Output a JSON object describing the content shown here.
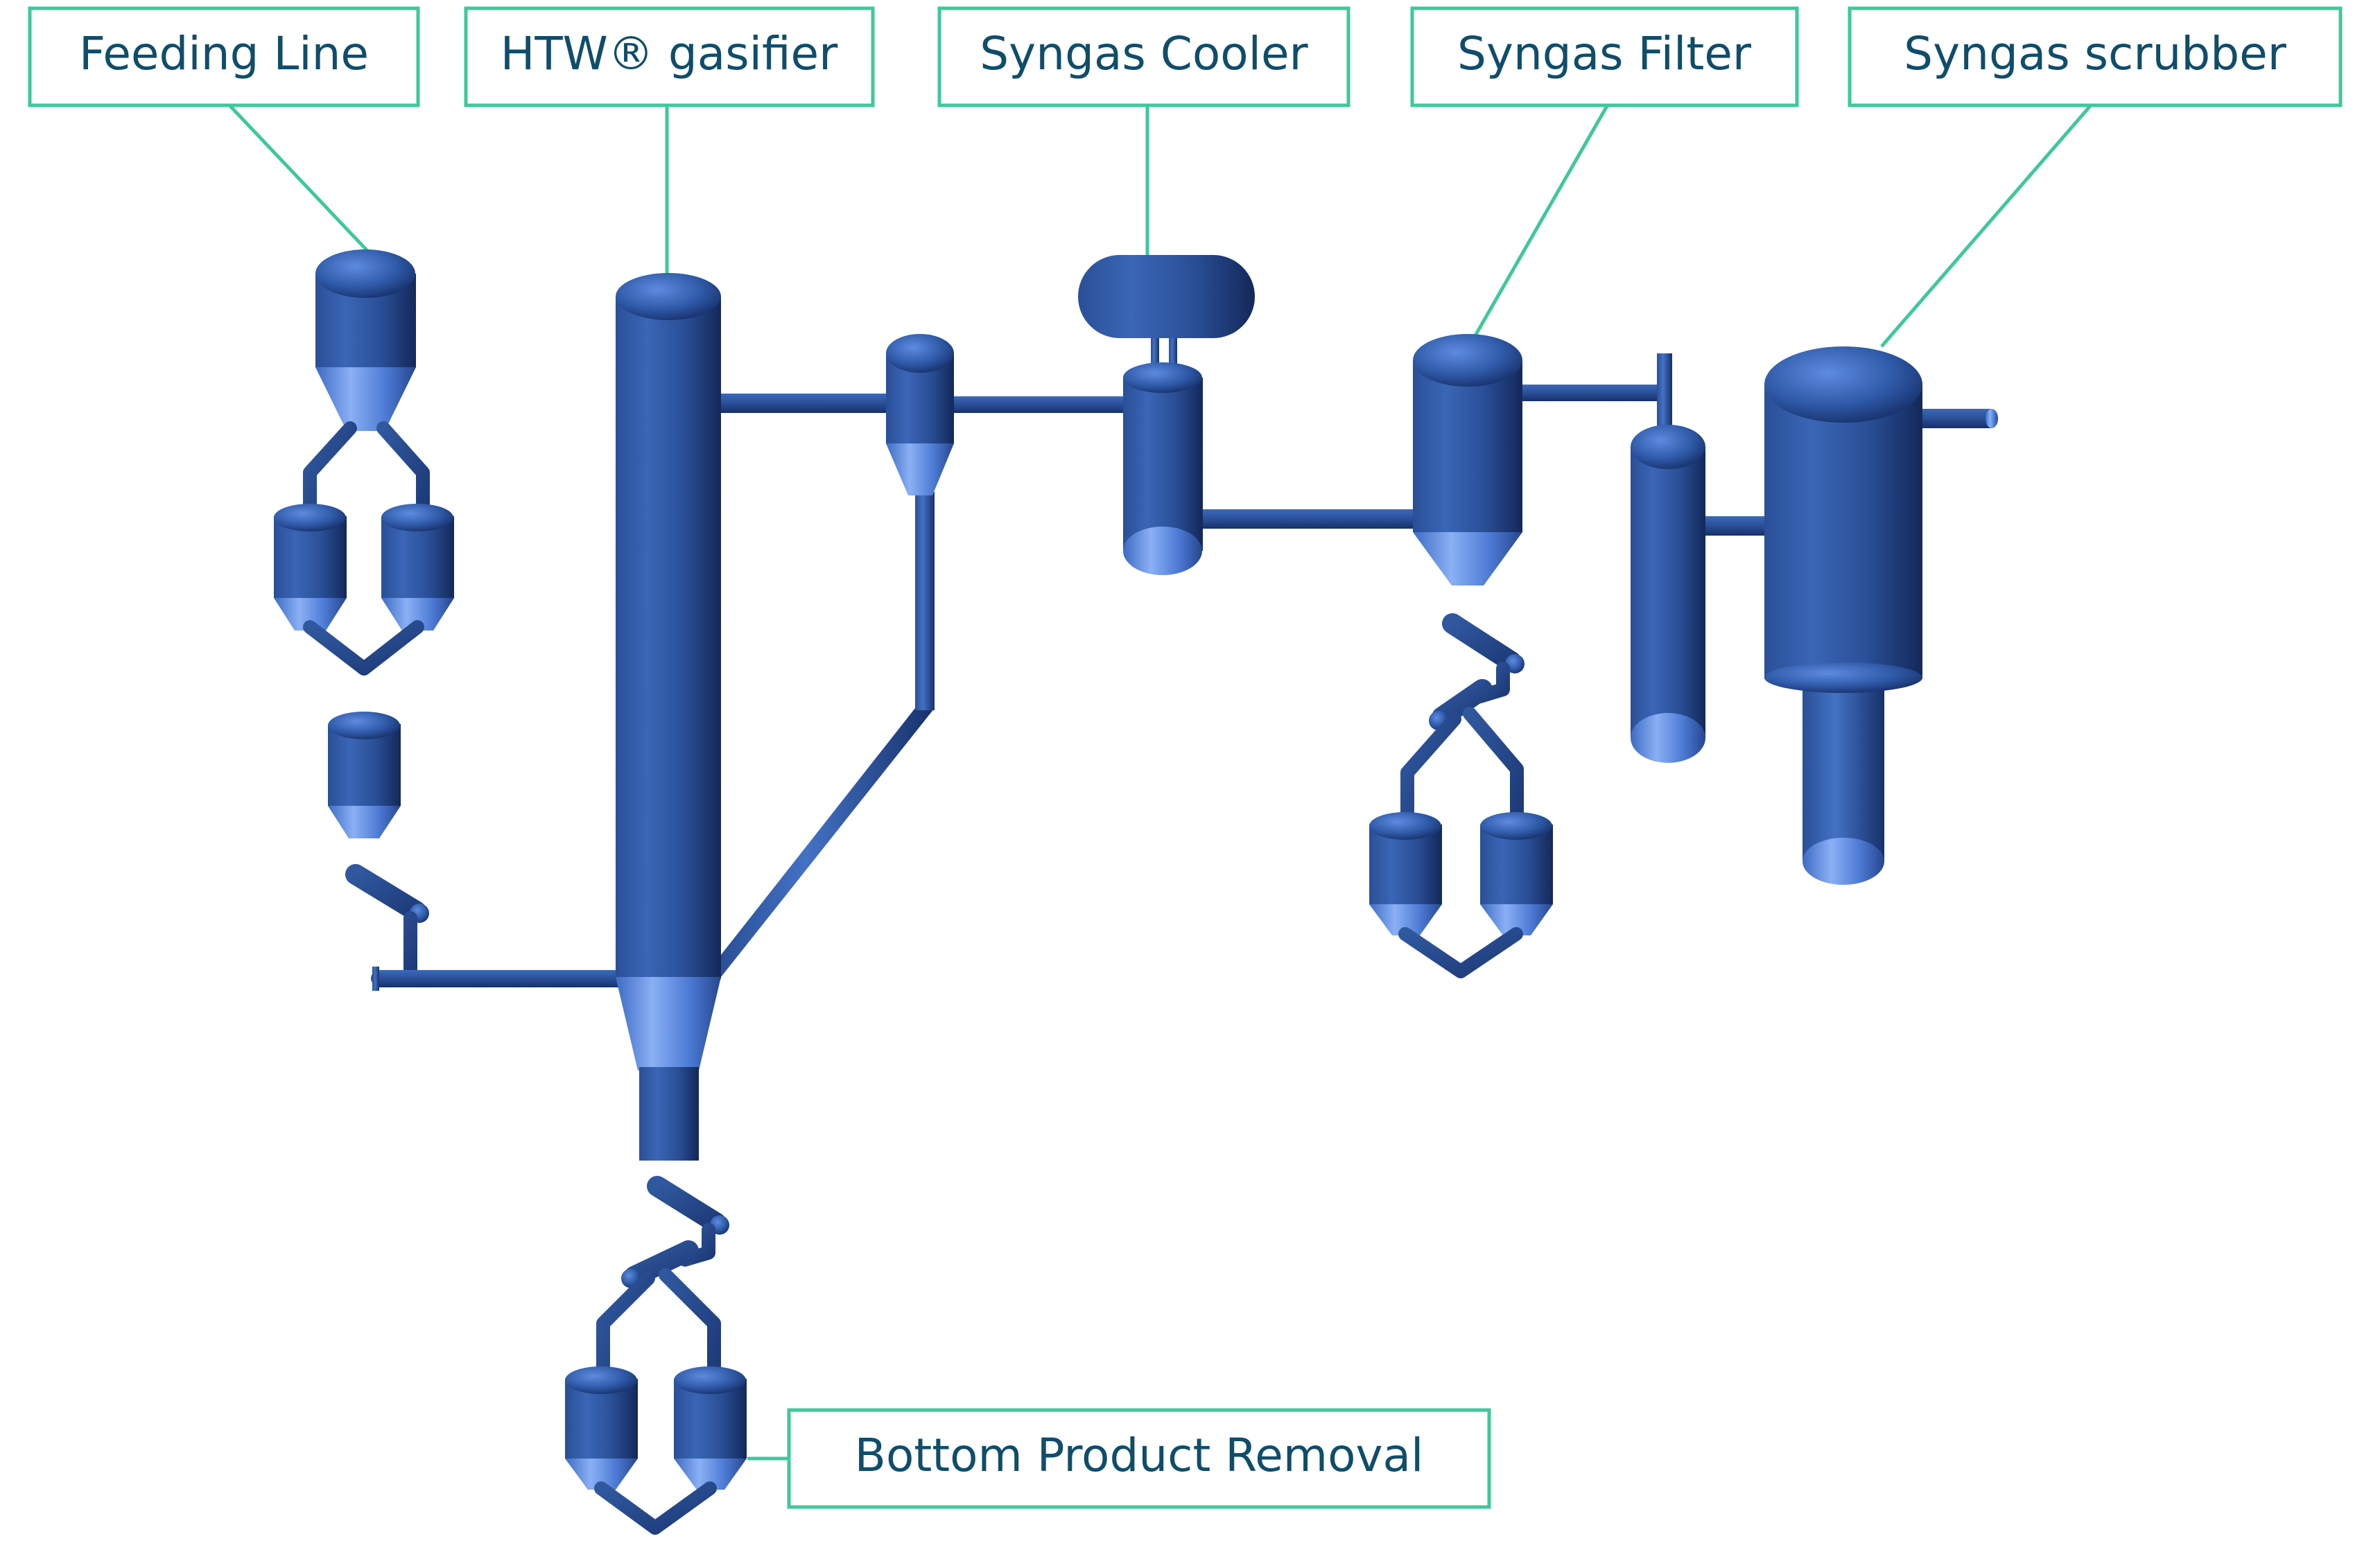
{
  "labels": {
    "feeding_line": "Feeding Line",
    "htw_gasifier": "HTW® gasifier",
    "syngas_cooler": "Syngas Cooler",
    "syngas_filter": "Syngas Filter",
    "syngas_scrubber": "Syngas scrubber",
    "bottom_product_removal": "Bottom Product Removal"
  },
  "colors": {
    "callout_border": "#3ec89b",
    "callout_text": "#0f4d6b",
    "equipment_dark": "#1c3a78",
    "equipment_mid": "#2c5aa8",
    "equipment_light": "#6f9ae6"
  }
}
